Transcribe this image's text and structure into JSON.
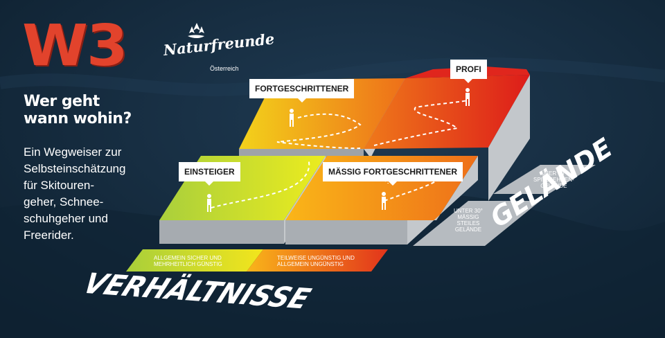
{
  "brand": {
    "badge": "W3",
    "logo_name": "Naturfreunde",
    "logo_country": "Österreich"
  },
  "headline": {
    "line1": "Wer geht",
    "line2": "wann wohin?"
  },
  "intro": {
    "lines": [
      "Ein Wegweiser zur",
      "Selbsteinschätzung",
      "für Skitouren-",
      "geher, Schnee-",
      "schuhgeher und",
      "Freerider."
    ]
  },
  "levels": {
    "beginner": "EINSTEIGER",
    "advanced": "FORTGESCHRITTENER",
    "moderately_advanced": "MÄSSIG FORTGESCHRITTENER",
    "pro": "PROFI"
  },
  "conditions": {
    "title": "VERHÄLTNISSE",
    "good_line1": "ALLGEMEIN SICHER UND",
    "good_line2": "MEHRHEITLICH GÜNSTIG",
    "poor_line1": "TEILWEISE UNGÜNSTIG UND",
    "poor_line2": "ALLGEMEIN UNGÜNSTIG"
  },
  "terrain": {
    "title": "GELÄNDE",
    "under_line1": "UNTER 30°",
    "under_line2": "MÄSSIG",
    "under_line3": "STEILES",
    "under_line4": "GELÄNDE",
    "over_line1": "ÜBER 30°",
    "over_line2": "SPITZKEHREN-",
    "over_line3": "GELÄNDE"
  },
  "colors": {
    "background": "#12283a",
    "badge": "#e2432c",
    "green": "#c9dc2f",
    "yellow": "#f7c51b",
    "orange": "#ef7a1a",
    "red": "#e0261d",
    "side": "#b9bec4"
  }
}
